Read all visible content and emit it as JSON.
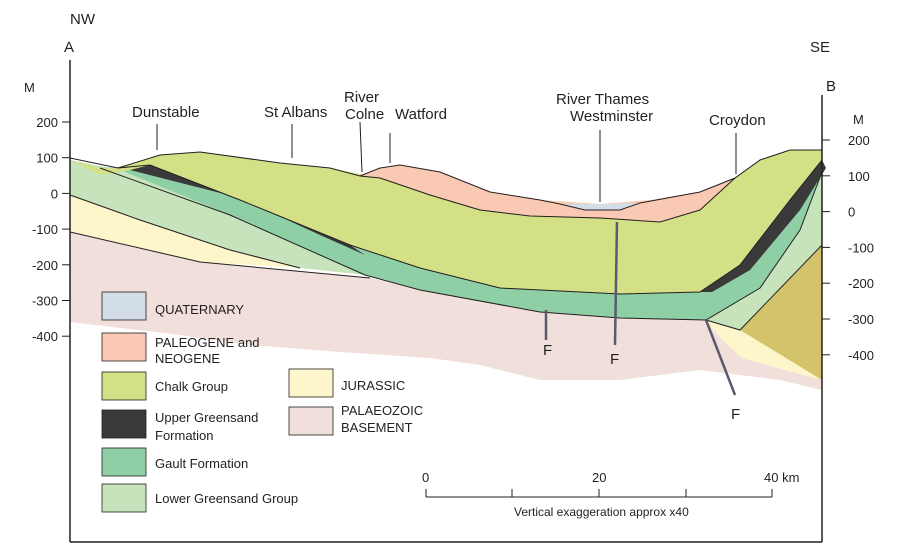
{
  "ends": {
    "nw": "NW",
    "a": "A",
    "se": "SE",
    "b": "B",
    "m_left": "M",
    "m_right": "M"
  },
  "left_axis_ticks": [
    "200",
    "100",
    "0",
    "-100",
    "-200",
    "-300",
    "-400"
  ],
  "right_axis_ticks": [
    "200",
    "100",
    "0",
    "-100",
    "-200",
    "-300",
    "-400"
  ],
  "places": {
    "dunstable": "Dunstable",
    "st_albans": "St Albans",
    "river_colne_1": "River",
    "river_colne_2": "Colne",
    "watford": "Watford",
    "river_thames": "River Thames",
    "westminster": "Westminster",
    "croydon": "Croydon"
  },
  "faults": [
    "F",
    "F",
    "F"
  ],
  "legend": [
    {
      "id": "quaternary",
      "lines": [
        "QUATERNARY"
      ],
      "color": "#d3dde6"
    },
    {
      "id": "paleogene",
      "lines": [
        "PALEOGENE and",
        "NEOGENE"
      ],
      "color": "#f9c9b3"
    },
    {
      "id": "chalk",
      "lines": [
        "Chalk Group"
      ],
      "color": "#d3e085"
    },
    {
      "id": "upper-greensand",
      "lines": [
        "Upper Greensand",
        "Formation"
      ],
      "color": "#3a3a3a"
    },
    {
      "id": "gault",
      "lines": [
        "Gault Formation"
      ],
      "color": "#8fcfa6"
    },
    {
      "id": "lower-greensand",
      "lines": [
        "Lower Greensand Group"
      ],
      "color": "#c7e3bb"
    },
    {
      "id": "jurassic",
      "lines": [
        "JURASSIC"
      ],
      "color": "#fdf6cb"
    },
    {
      "id": "palaeozoic",
      "lines": [
        "PALAEOZOIC",
        "BASEMENT"
      ],
      "color": "#f1dfdb"
    }
  ],
  "scale_bar": {
    "labels": [
      "0",
      "20",
      "40 km"
    ],
    "caption": "Vertical exaggeration approx x40"
  },
  "colors": {
    "olive_wedge": "#d3c36b",
    "outline": "#231f20"
  }
}
